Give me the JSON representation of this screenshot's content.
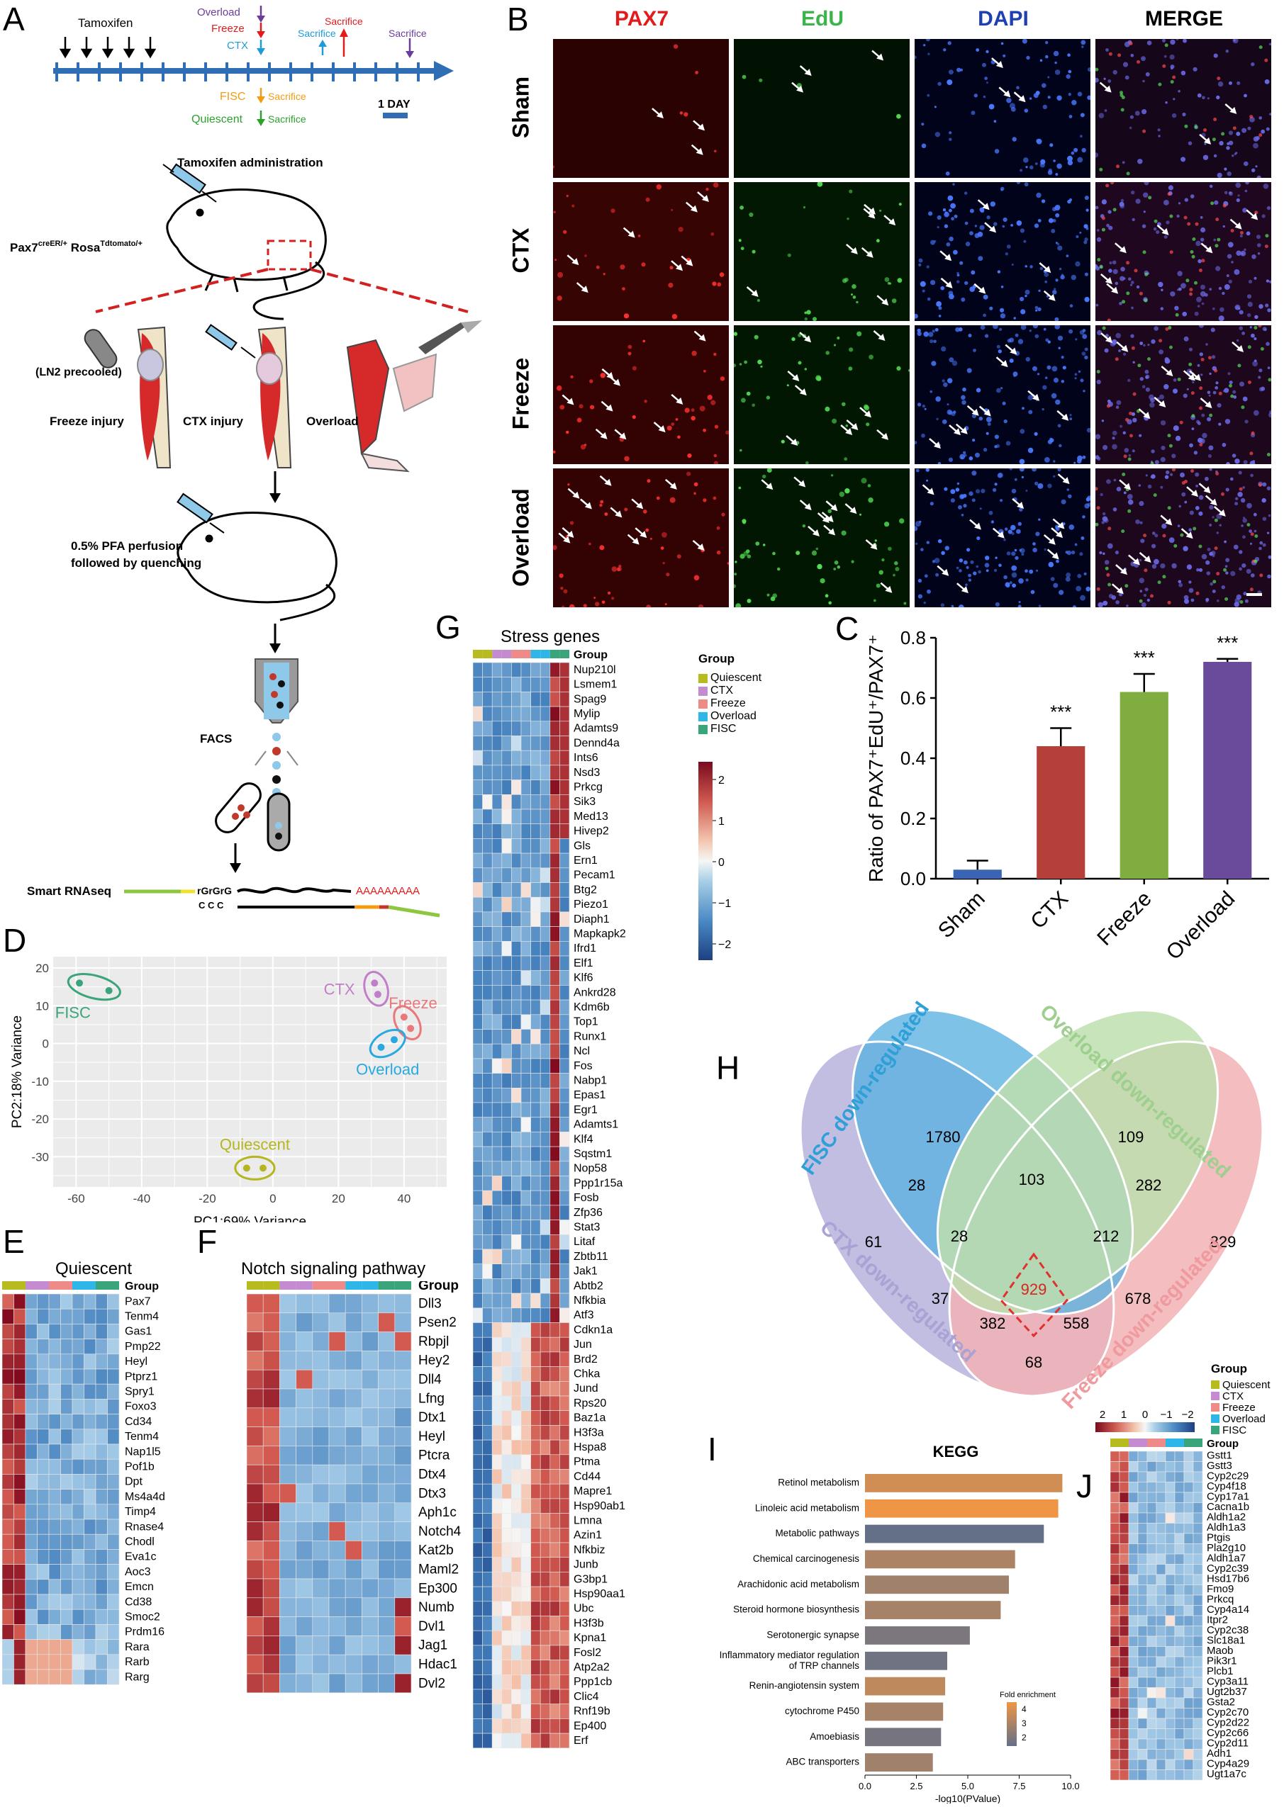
{
  "panels": {
    "A": "A",
    "B": "B",
    "C": "C",
    "D": "D",
    "E": "E",
    "F": "F",
    "G": "G",
    "H": "H",
    "I": "I",
    "J": "J"
  },
  "panelA": {
    "timeline_labels": {
      "tamoxifen": "Tamoxifen",
      "overload": "Overload",
      "freeze": "Freeze",
      "ctx": "CTX",
      "sacrifice_red": "Sacrifice",
      "sacrifice_blue": "Sacrifice",
      "sacrifice_purple": "Sacrifice",
      "fisc": "FISC",
      "fisc_sac": "Sacrifice",
      "quiescent": "Quiescent",
      "quiescent_sac": "Sacrifice",
      "one_day": "1 DAY"
    },
    "tamoxifen_admin": "Tamoxifen administration",
    "genotype_main": "Pax7",
    "genotype_sup1": "creER/+",
    "genotype_mid": " Rosa",
    "genotype_sup2": "Tdtomato/+",
    "ln2": "(LN2 precooled)",
    "injuries": {
      "freeze": "Freeze injury",
      "ctx": "CTX injury",
      "overload": "Overload"
    },
    "pfa1": "0.5% PFA perfusion",
    "pfa2": "followed by quenching",
    "facs": "FACS",
    "smart": "Smart RNAseq",
    "rgrgrg": "rGrGrG",
    "ccc": "C  C  C",
    "polyA": "AAAAAAAAA",
    "colors": {
      "timeline": "#2f6db5",
      "overload": "#6a3d9a",
      "freeze": "#e31a1c",
      "ctx": "#1f9bd7",
      "fisc": "#f39c12",
      "quiescent": "#2ca02c"
    }
  },
  "panelB": {
    "columns": [
      {
        "label": "PAX7",
        "color": "#e31a1c"
      },
      {
        "label": "EdU",
        "color": "#3cb44b"
      },
      {
        "label": "DAPI",
        "color": "#1f3fb4"
      },
      {
        "label": "MERGE",
        "color": "#000000"
      }
    ],
    "rows": [
      "Sham",
      "CTX",
      "Freeze",
      "Overload"
    ]
  },
  "chart_data": [
    {
      "type": "bar",
      "panel": "C",
      "categories": [
        "Sham",
        "CTX",
        "Freeze",
        "Overload"
      ],
      "values": [
        0.03,
        0.44,
        0.62,
        0.72
      ],
      "errors": [
        0.03,
        0.06,
        0.06,
        0.01
      ],
      "significance": [
        "",
        "***",
        "***",
        "***"
      ],
      "ylabel": "Ratio of PAX7⁺EdU⁺/PAX7⁺",
      "ylim": [
        0,
        0.8
      ],
      "yticks": [
        "0.0",
        "0.2",
        "0.4",
        "0.6",
        "0.8"
      ],
      "colors": [
        "#3a64b4",
        "#b5403a",
        "#7fad3f",
        "#6a4a9a"
      ]
    },
    {
      "type": "scatter",
      "panel": "D",
      "xlabel": "PC1:69% Variance",
      "ylabel": "PC2:18% Variance",
      "xticks": [
        "-60",
        "-40",
        "-20",
        "0",
        "20",
        "40"
      ],
      "yticks": [
        "20",
        "10",
        "0",
        "-10",
        "-20",
        "-30"
      ],
      "xlim": [
        -67,
        53
      ],
      "ylim": [
        -38,
        23
      ],
      "groups": [
        {
          "name": "FISC",
          "color": "#3aa57a",
          "points": [
            [
              -59,
              16
            ],
            [
              -50,
              14
            ]
          ],
          "label_pos": "left-below"
        },
        {
          "name": "CTX",
          "color": "#c17fc7",
          "points": [
            [
              31,
              16
            ],
            [
              32,
              13
            ]
          ],
          "label_pos": "left"
        },
        {
          "name": "Freeze",
          "color": "#e8787a",
          "points": [
            [
              40,
              7
            ],
            [
              42,
              4
            ]
          ],
          "label_pos": "right"
        },
        {
          "name": "Overload",
          "color": "#2aa8e0",
          "points": [
            [
              33,
              -1
            ],
            [
              37,
              1
            ]
          ],
          "label_pos": "below"
        },
        {
          "name": "Quiescent",
          "color": "#b5b51f",
          "points": [
            [
              -8,
              -33
            ],
            [
              -3,
              -33
            ]
          ],
          "label_pos": "above"
        }
      ]
    },
    {
      "type": "bar",
      "panel": "I",
      "title": "KEGG",
      "orientation": "horizontal",
      "categories": [
        "Retinol metabolism",
        "Linoleic acid metabolism",
        "Metabolic pathways",
        "Chemical carcinogenesis",
        "Arachidonic acid metabolism",
        "Steroid hormone biosynthesis",
        "Serotonergic synapse",
        "Inflammatory mediator regulation\nof TRP channels",
        "Renin-angiotensin system",
        "cytochrome P450",
        "Amoebiasis",
        "ABC transporters"
      ],
      "values": [
        9.6,
        9.4,
        8.7,
        7.3,
        7.0,
        6.6,
        5.1,
        4.0,
        3.9,
        3.8,
        3.7,
        3.3
      ],
      "fold_enrichment": [
        3.8,
        4.3,
        2.0,
        3.2,
        3.0,
        3.1,
        2.4,
        2.2,
        3.5,
        3.1,
        2.3,
        3.0
      ],
      "xlabel": "-log10(PValue)",
      "xticks": [
        "0.0",
        "2.5",
        "5.0",
        "7.5",
        "10.0"
      ],
      "xlim": [
        0,
        10
      ],
      "legend": {
        "title": "Fold enrichment",
        "ticks": [
          "4",
          "3",
          "2"
        ]
      }
    }
  ],
  "heatmaps": {
    "group_legend": {
      "title": "Group",
      "items": [
        {
          "name": "Quiescent",
          "color": "#b8bb1e"
        },
        {
          "name": "CTX",
          "color": "#c58bd0"
        },
        {
          "name": "Freeze",
          "color": "#ee8a87"
        },
        {
          "name": "Overload",
          "color": "#2fb6e8"
        },
        {
          "name": "FISC",
          "color": "#3aa57a"
        }
      ]
    },
    "scale_ticks": [
      "2",
      "1",
      "0",
      "−1",
      "−2"
    ],
    "group_header": "Group",
    "E": {
      "title": "Quiescent",
      "genes": [
        "Pax7",
        "Tenm4",
        "Gas1",
        "Pmp22",
        "Heyl",
        "Ptprz1",
        "Spry1",
        "Foxo3",
        "Cd34",
        "Tenm4",
        "Nap1l5",
        "Pof1b",
        "Dpt",
        "Ms4a4d",
        "Timp4",
        "Rnase4",
        "Chodl",
        "Eva1c",
        "Aoc3",
        "Emcn",
        "Cd38",
        "Smoc2",
        "Prdm16",
        "Rara",
        "Rarb",
        "Rarg"
      ]
    },
    "F": {
      "title": "Notch signaling pathway",
      "genes": [
        "Dll3",
        "Psen2",
        "Rbpjl",
        "Hey2",
        "Dll4",
        "Lfng",
        "Dtx1",
        "Heyl",
        "Ptcra",
        "Dtx4",
        "Dtx3",
        "Aph1c",
        "Notch4",
        "Kat2b",
        "Maml2",
        "Ep300",
        "Numb",
        "Dvl1",
        "Jag1",
        "Hdac1",
        "Dvl2"
      ]
    },
    "G": {
      "title": "Stress genes",
      "genes": [
        "Nup210l",
        "Lsmem1",
        "Spag9",
        "Mylip",
        "Adamts9",
        "Dennd4a",
        "Ints6",
        "Nsd3",
        "Prkcg",
        "Sik3",
        "Med13",
        "Hivep2",
        "Gls",
        "Ern1",
        "Pecam1",
        "Btg2",
        "Piezo1",
        "Diaph1",
        "Mapkapk2",
        "Ifrd1",
        "Elf1",
        "Klf6",
        "Ankrd28",
        "Kdm6b",
        "Top1",
        "Runx1",
        "Ncl",
        "Fos",
        "Nabp1",
        "Epas1",
        "Egr1",
        "Adamts1",
        "Klf4",
        "Sqstm1",
        "Nop58",
        "Ppp1r15a",
        "Fosb",
        "Zfp36",
        "Stat3",
        "Litaf",
        "Zbtb11",
        "Jak1",
        "Abtb2",
        "Nfkbia",
        "Atf3",
        "Cdkn1a",
        "Jun",
        "Brd2",
        "Chka",
        "Jund",
        "Rps20",
        "Baz1a",
        "H3f3a",
        "Hspa8",
        "Ptma",
        "Cd44",
        "Mapre1",
        "Hsp90ab1",
        "Lmna",
        "Azin1",
        "Nfkbiz",
        "Junb",
        "G3bp1",
        "Hsp90aa1",
        "Ubc",
        "H3f3b",
        "Kpna1",
        "Fosl2",
        "Atp2a2",
        "Ppp1cb",
        "Clic4",
        "Rnf19b",
        "Ep400",
        "Erf"
      ]
    },
    "J": {
      "genes": [
        "Gstt1",
        "Gstt3",
        "Cyp2c29",
        "Cyp4f18",
        "Cyp17a1",
        "Cacna1b",
        "Aldh1a2",
        "Aldh1a3",
        "Ptgis",
        "Pla2g10",
        "Aldh1a7",
        "Cyp2c39",
        "Hsd17b6",
        "Fmo9",
        "Prkcq",
        "Cyp4a14",
        "Itpr2",
        "Cyp2c38",
        "Slc18a1",
        "Maob",
        "Pik3r1",
        "Plcb1",
        "Cyp3a11",
        "Ugt2b37",
        "Gsta2",
        "Cyp2c70",
        "Cyp2d22",
        "Cyp2c66",
        "Cyp2d11",
        "Adh1",
        "Cyp4a29",
        "Ugt1a7c"
      ]
    }
  },
  "venn": {
    "labels": [
      {
        "text": "FISC down-regulated",
        "color": "#2f9fd8"
      },
      {
        "text": "Overload down-regulated",
        "color": "#9fcf8f"
      },
      {
        "text": "CTX down-regulated",
        "color": "#a9a2d4"
      },
      {
        "text": "Freeze down-regulated",
        "color": "#ef9a9f"
      }
    ],
    "counts": {
      "fisc_only": "1780",
      "overload_only": "109",
      "ctx_only": "61",
      "freeze_only": "829",
      "fisc_ctx": "28",
      "fisc_overload": "103",
      "overload_freeze": "282",
      "fisc_ctx_overload": "28",
      "fisc_overload_freeze": "212",
      "all": "929",
      "ctx_overload": "37",
      "ctx_overload_freeze": "382",
      "ctx_freeze_overload2": "558",
      "freeze_overload2": "678",
      "ctx_freeze": "68"
    }
  }
}
